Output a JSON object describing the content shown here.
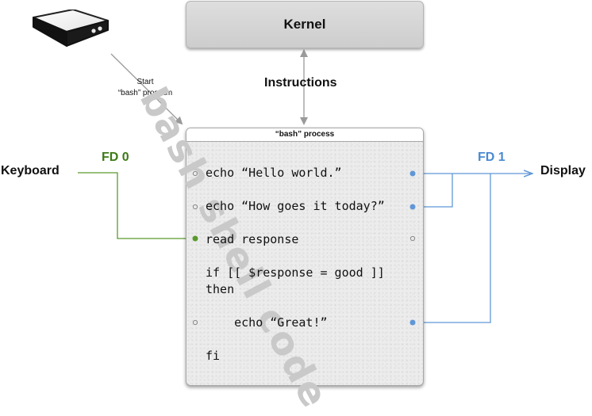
{
  "kernel": {
    "label": "Kernel"
  },
  "instructions_label": "Instructions",
  "start_label": {
    "line1": "Start",
    "line2": "“bash” program"
  },
  "process": {
    "title": "“bash” process",
    "watermark": "bash shell code",
    "code_lines": [
      "echo “Hello world.”",
      "echo “How goes it today?”",
      "read response",
      "if [[ $response = good ]]",
      "then",
      "    echo “Great!”",
      "fi"
    ]
  },
  "inputs": {
    "keyboard": "Keyboard",
    "fd0": "FD 0"
  },
  "outputs": {
    "display": "Display",
    "fd1": "FD 1"
  },
  "icons": {
    "disk": "hard-disk-icon"
  },
  "colors": {
    "input_line": "#5a9a2c",
    "output_line": "#5f97d6",
    "arrow_gray": "#9a9a9a"
  }
}
